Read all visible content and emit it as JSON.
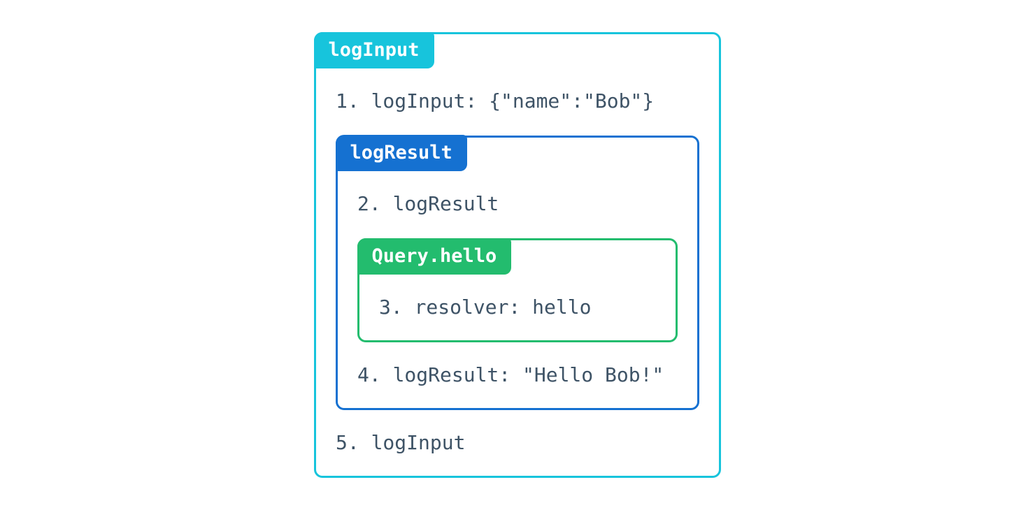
{
  "colors": {
    "cyan": "#17C4DC",
    "blue": "#1571D1",
    "green": "#23BC6E",
    "text": "#3E5366"
  },
  "trace": {
    "outer_box": {
      "badge": "logInput",
      "step_before": "1. logInput: {\"name\":\"Bob\"}",
      "step_after": "5. logInput",
      "inner_box": {
        "badge": "logResult",
        "step_before": "2. logResult",
        "step_after": "4. logResult: \"Hello Bob!\"",
        "inner_box": {
          "badge": "Query.hello",
          "step": "3. resolver: hello"
        }
      }
    }
  }
}
